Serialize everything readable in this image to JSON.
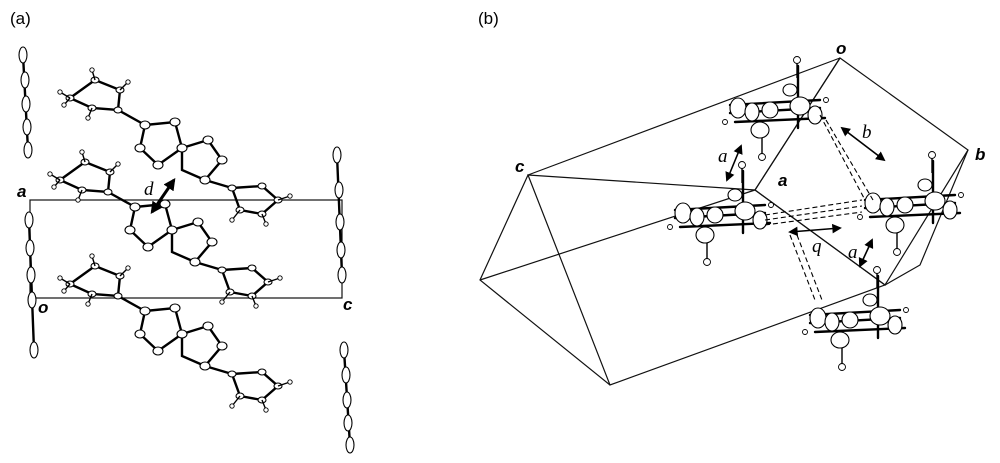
{
  "panels": {
    "a": {
      "label": "(a)",
      "axis_labels": {
        "a": "a",
        "o": "o",
        "c": "c"
      },
      "distance_label": "d"
    },
    "b": {
      "label": "(b)",
      "axis_labels": {
        "o": "o",
        "b": "b",
        "c": "c",
        "a": "a"
      },
      "distance_labels": {
        "a_upper": "a",
        "b": "b",
        "q": "q",
        "a_lower": "a"
      }
    }
  }
}
